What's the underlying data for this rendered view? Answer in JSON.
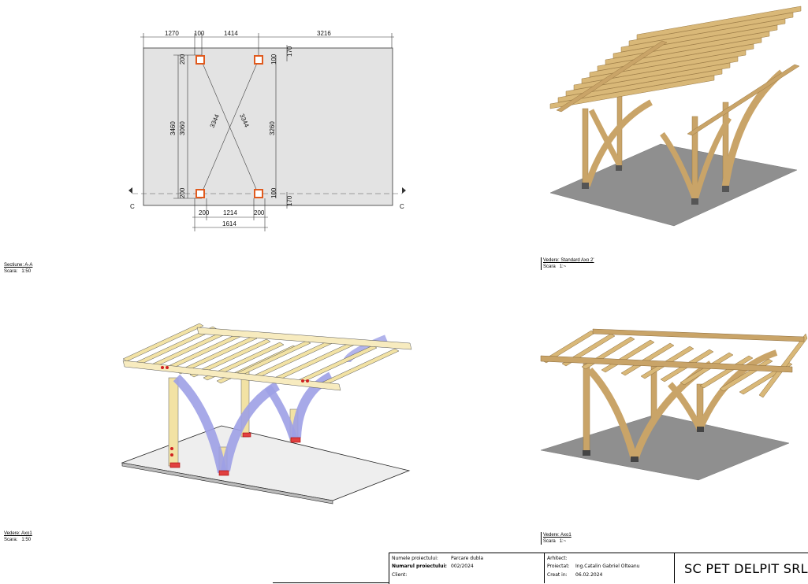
{
  "plan": {
    "top_dims": [
      "1270",
      "100",
      "1414",
      "3216"
    ],
    "bottom_dims": [
      "200",
      "1214",
      "200"
    ],
    "bottom_total": "1614",
    "left_outer": "3460",
    "left_inner": "3060",
    "right_inner": "3260",
    "diag_a": "3344",
    "diag_b": "3344",
    "small_top_left": "200",
    "small_top_right": "100",
    "small_top_right_b": "170",
    "small_bottom_left": "200",
    "small_bottom_right": "100",
    "small_bottom_right_b": "170",
    "section_mark_left": "C",
    "section_mark_right": "C"
  },
  "views": [
    {
      "name": "Sectiune: A-A",
      "scale_label": "Scara:",
      "scale": "1:50"
    },
    {
      "name": "Vedere: Standard Axo 2'",
      "scale_label": "Scara",
      "scale": "1:~"
    },
    {
      "name": "Vedere: Axo1",
      "scale_label": "Scara:",
      "scale": "1:50"
    },
    {
      "name": "Vedere: Axo1",
      "scale_label": "Scara",
      "scale": "1:~"
    }
  ],
  "title_block": {
    "project_name_label": "Numele proiectului:",
    "project_name": "Parcare dubla",
    "project_number_label": "Numarul proiectului:",
    "project_number": "002/2024",
    "client_label": "Client:",
    "client": "",
    "architect_label": "Arhitect:",
    "architect": "",
    "designed_label": "Proiectat:",
    "designed": "Ing.Catalin Gabriel Olteanu",
    "created_label": "Creat in:",
    "created": "06.02.2024",
    "company": "SC PET DELPIT SRL"
  },
  "colors": {
    "timber": "#d9b878",
    "timber_dark": "#b08850",
    "ground": "#8e8e8e",
    "plan_fill": "#e3e3e3",
    "post_highlight": "#e05a1e",
    "member_selected": "#9da0e6",
    "member_yellow": "#f2e2a4"
  }
}
